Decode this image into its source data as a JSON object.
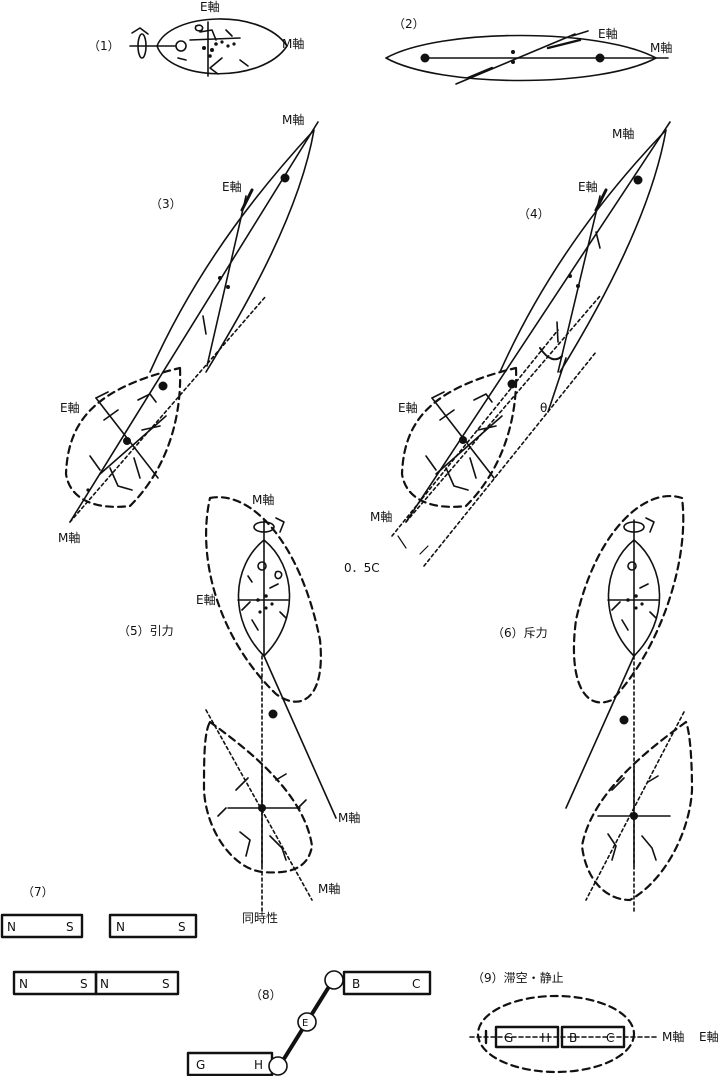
{
  "labels": {
    "p1": "（1）",
    "p2": "（2）",
    "p3": "（3）",
    "p4": "（4）",
    "p5": "（5）引力",
    "p6": "（6）斥力",
    "p7": "（7）",
    "p8": "（8）",
    "p9": "（9）滞空・静止",
    "e_axis": "E軸",
    "m_axis": "M軸",
    "theta": "θ",
    "half_c": "0．5C",
    "simultaneity": "同時性"
  },
  "magnets": {
    "n": "N",
    "s": "S",
    "b": "B",
    "c": "C",
    "g": "G",
    "h": "H",
    "e_node": "E"
  },
  "colors": {
    "ink": "#111111",
    "paper": "#ffffff"
  }
}
